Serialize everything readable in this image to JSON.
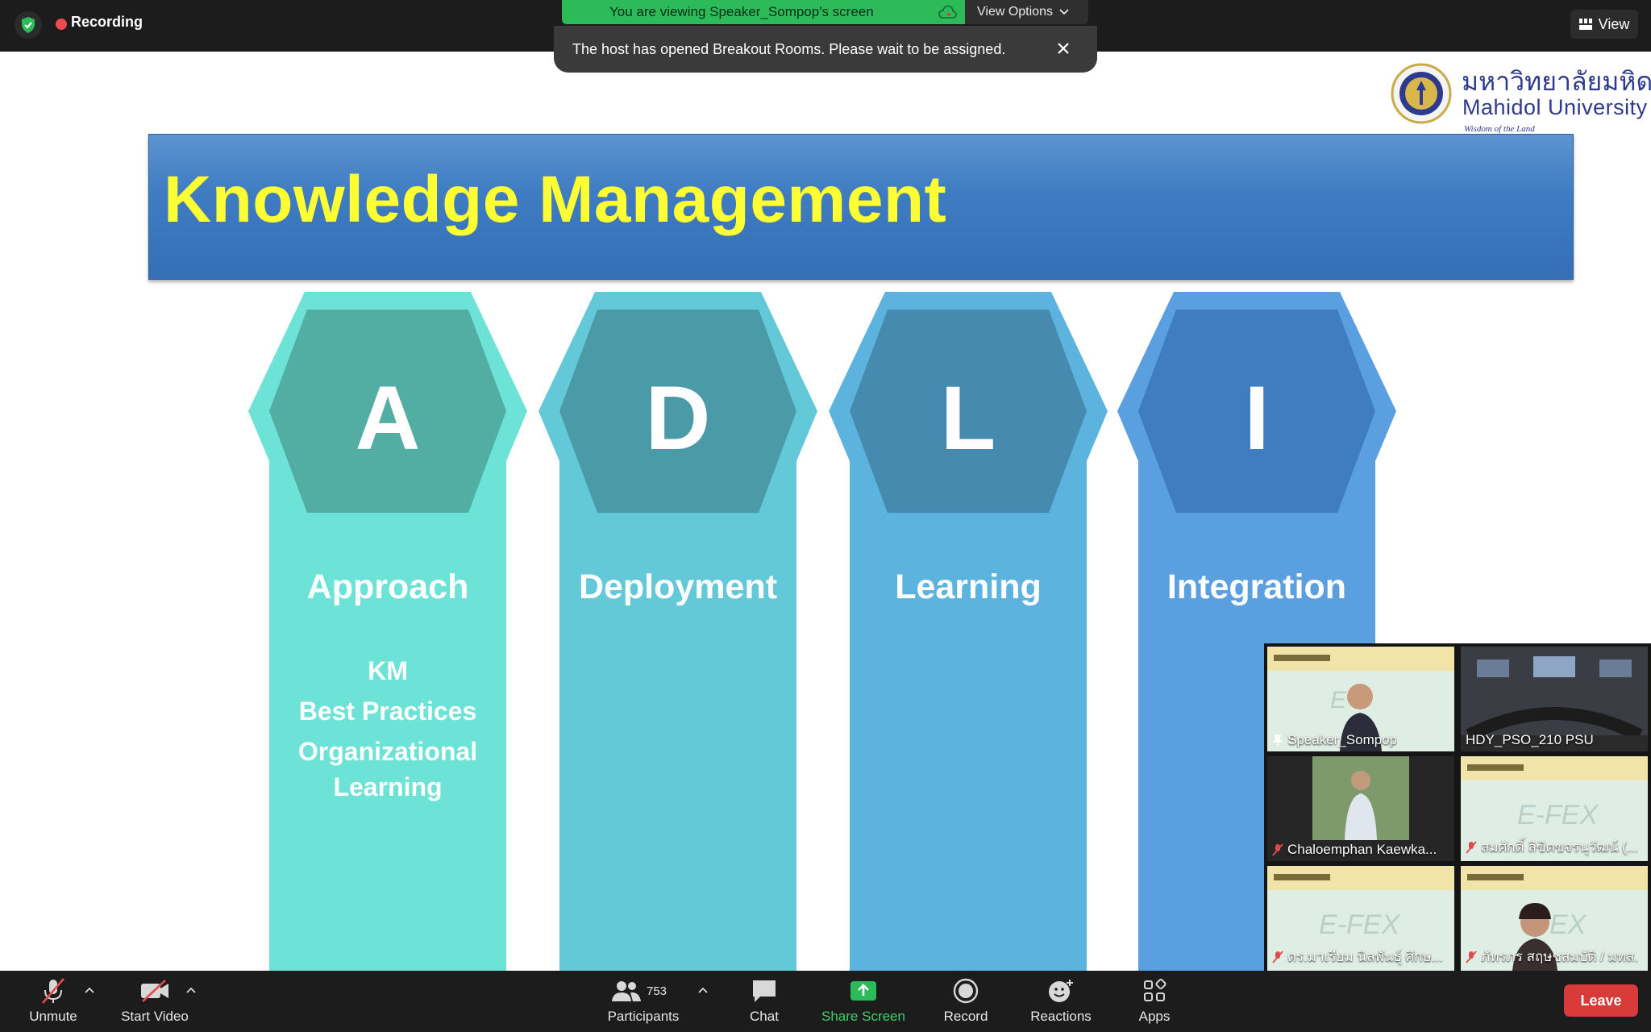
{
  "topbar": {
    "recording_label": "Recording",
    "viewing_banner": "You are viewing Speaker_Sompop's screen",
    "view_options_label": "View Options",
    "view_label": "View"
  },
  "toast": {
    "message": "The host has opened Breakout Rooms. Please wait to be assigned."
  },
  "slide": {
    "logo": {
      "thai": "มหาวิทยาลัยมหิดล",
      "english": "Mahidol University",
      "motto": "Wisdom of the Land"
    },
    "title": "Knowledge Management",
    "pillars": [
      {
        "letter": "A",
        "heading": "Approach",
        "items": [
          "KM",
          "Best Practices",
          "Organizational Learning"
        ]
      },
      {
        "letter": "D",
        "heading": "Deployment",
        "items": []
      },
      {
        "letter": "L",
        "heading": "Learning",
        "items": []
      },
      {
        "letter": "I",
        "heading": "Integration",
        "items": []
      }
    ],
    "colors": {
      "pillar_a": "#6de2d6",
      "pillar_d": "#63c9d9",
      "pillar_l": "#5cb3dd",
      "pillar_i": "#5a9fdf",
      "title_text": "#ffff33",
      "title_banner": "#3f7cc1"
    }
  },
  "gallery": {
    "participants": [
      {
        "name": "Speaker_Sompop",
        "icon": "pin-icon",
        "active": true
      },
      {
        "name": "HDY_PSO_210 PSU",
        "icon": "",
        "active": false
      },
      {
        "name": "Chaloemphan Kaewka...",
        "icon": "mic-muted-icon",
        "active": false
      },
      {
        "name": "สมศักดิ์ ลิขิตขจรนุวัฒน์ (...",
        "icon": "mic-muted-icon",
        "active": false
      },
      {
        "name": "ดร.มาเรียม นิลพันธุ์ ศึกษ...",
        "icon": "mic-muted-icon",
        "active": false
      },
      {
        "name": "ภัทรภร สฤษชสมบัติ / มทส.",
        "icon": "mic-muted-icon",
        "active": false
      }
    ]
  },
  "toolbar": {
    "unmute": "Unmute",
    "start_video": "Start Video",
    "participants": "Participants",
    "participant_count": "753",
    "chat": "Chat",
    "share_screen": "Share Screen",
    "record": "Record",
    "reactions": "Reactions",
    "apps": "Apps",
    "leave": "Leave"
  }
}
